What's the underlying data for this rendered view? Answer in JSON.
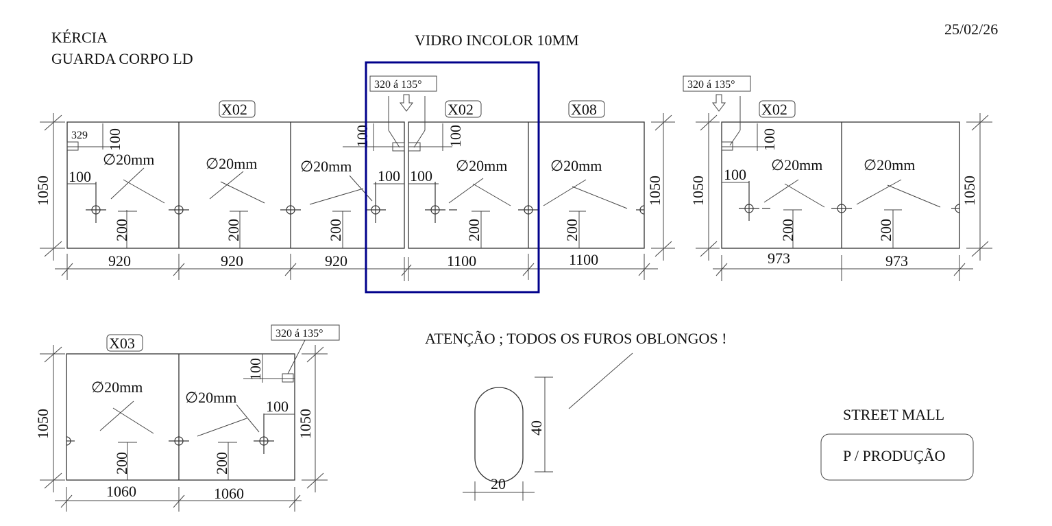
{
  "header": {
    "client": "KÉRCIA",
    "project": "GUARDA CORPO LD",
    "material": "VIDRO INCOLOR 10MM",
    "date": "25/02/26"
  },
  "notes": {
    "attention": "ATENÇÃO ; TODOS OS FUROS OBLONGOS !",
    "site": "STREET MALL",
    "status": "P / PRODUÇÃO"
  },
  "common": {
    "hole": "∅20mm",
    "height": "1050",
    "offset100": "100",
    "offset200": "200",
    "cut": "320 á 135°",
    "corner": "329"
  },
  "panel_group_a": {
    "qty_labels": [
      "X02",
      "X02",
      "X08"
    ],
    "widths": [
      "920",
      "920",
      "920",
      "1100",
      "1100"
    ]
  },
  "panel_group_b": {
    "qty_label": "X02",
    "widths": [
      "973",
      "973"
    ]
  },
  "panel_group_c": {
    "qty_label": "X03",
    "widths": [
      "1060",
      "1060"
    ]
  },
  "oblong_detail": {
    "length": "40",
    "width": "20"
  },
  "highlight_color": "#00008b"
}
